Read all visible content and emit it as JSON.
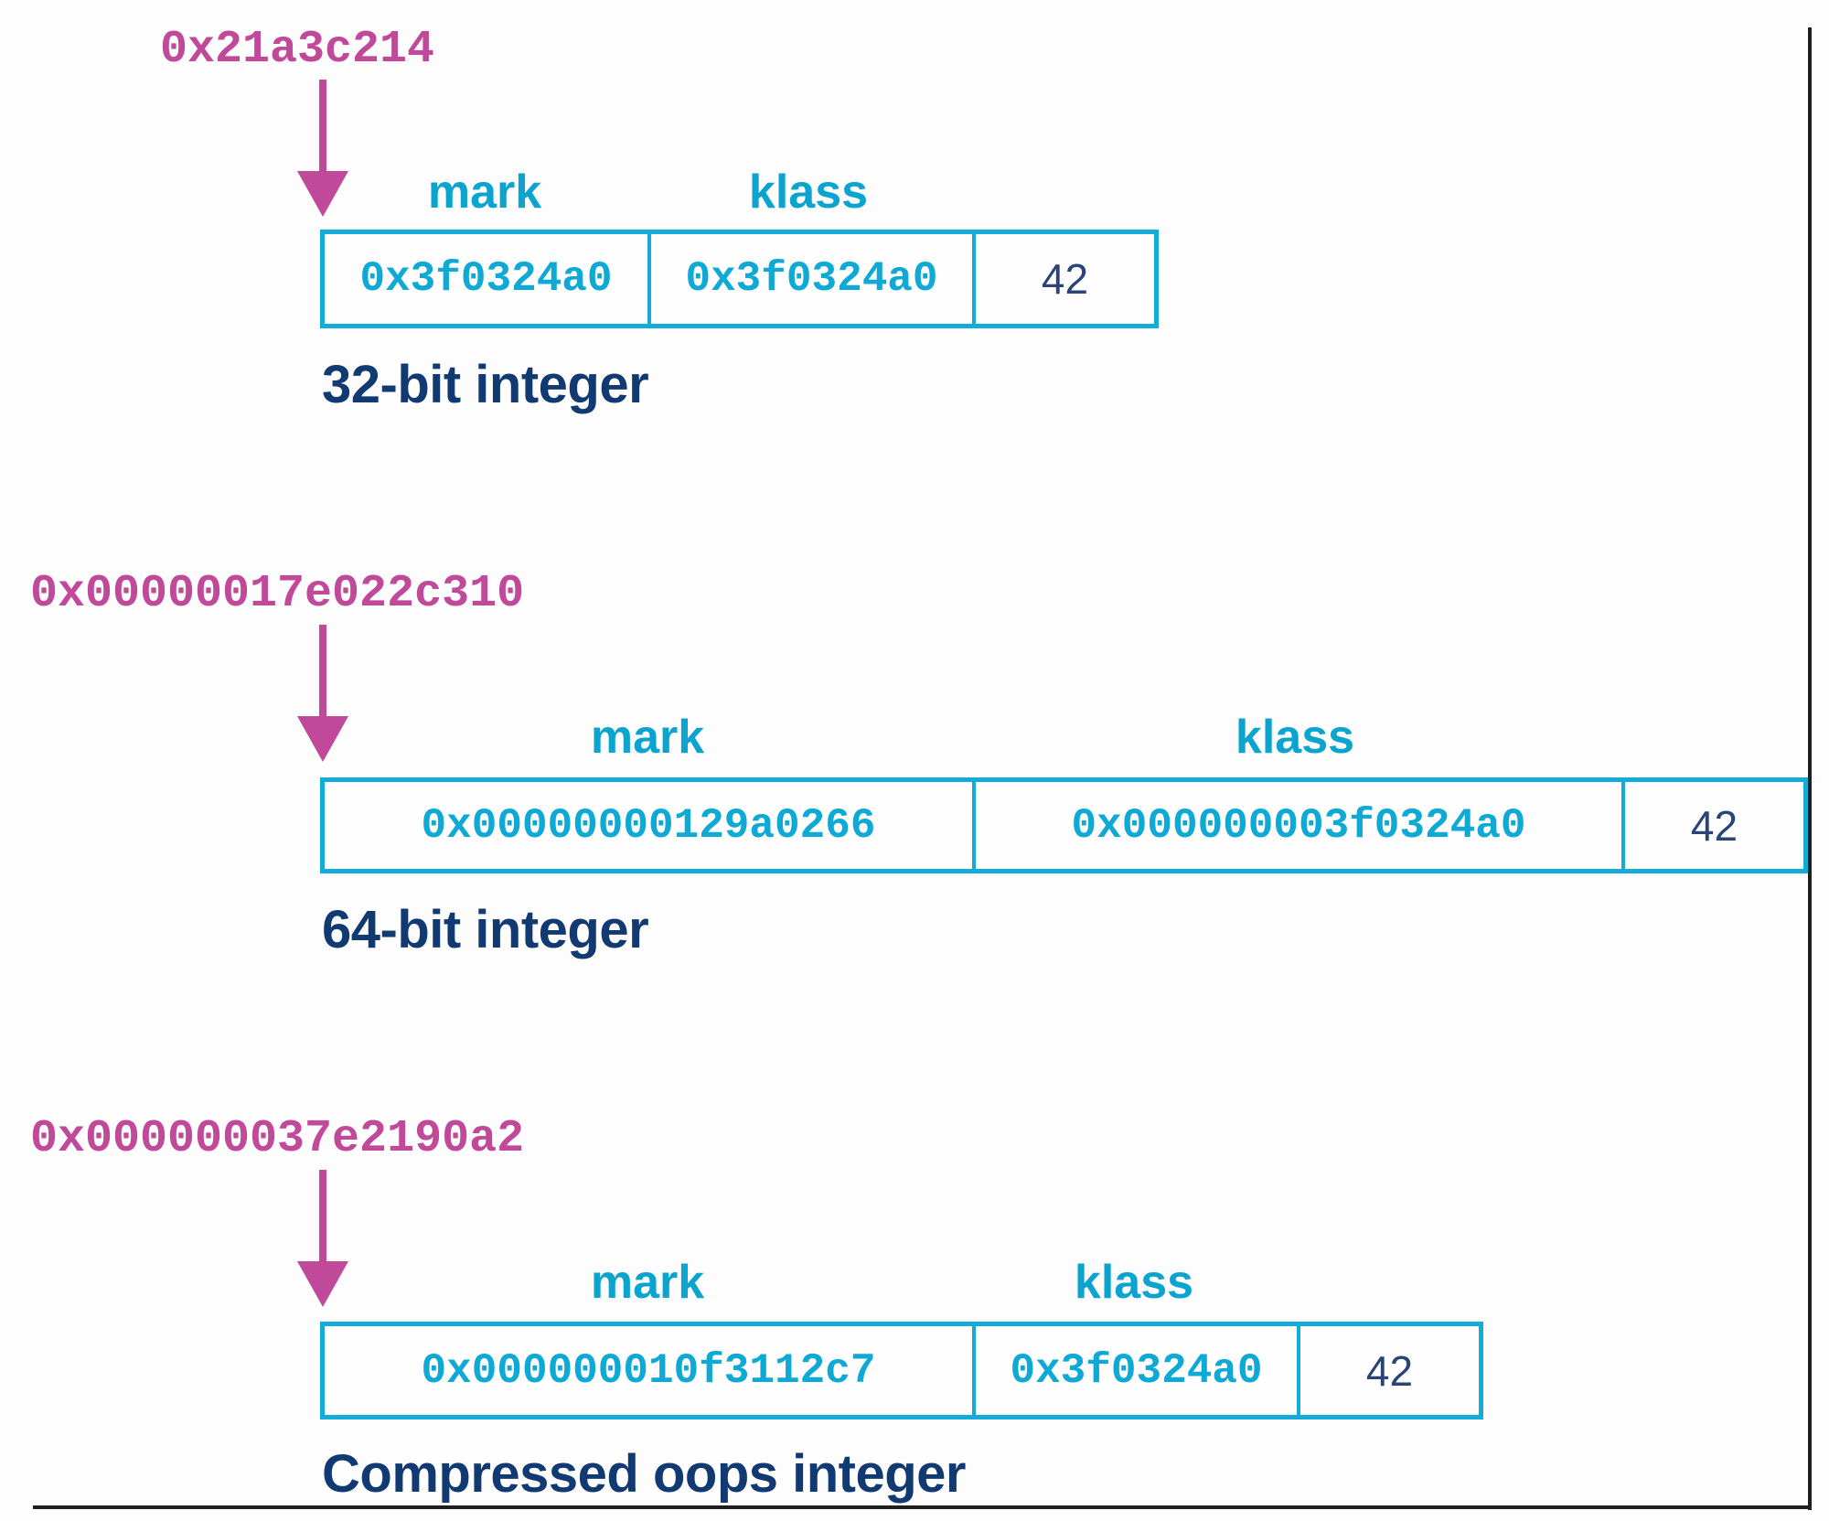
{
  "colors": {
    "address": "#c0499a",
    "field_label": "#0ba4cf",
    "box_border": "#12acd6",
    "hex_value": "#0ea9d4",
    "int_value": "#2a4478",
    "caption": "#123a72",
    "frame": "#1e1e1e"
  },
  "layouts": [
    {
      "address": "0x21a3c214",
      "arrow_icon": "down-arrow",
      "mark_label": "mark",
      "klass_label": "klass",
      "mark_value": "0x3f0324a0",
      "klass_value": "0x3f0324a0",
      "field_value": "42",
      "caption": "32-bit integer"
    },
    {
      "address": "0x00000017e022c310",
      "arrow_icon": "down-arrow",
      "mark_label": "mark",
      "klass_label": "klass",
      "mark_value": "0x00000000129a0266",
      "klass_value": "0x000000003f0324a0",
      "field_value": "42",
      "caption": "64-bit integer"
    },
    {
      "address": "0x000000037e2190a2",
      "arrow_icon": "down-arrow",
      "mark_label": "mark",
      "klass_label": "klass",
      "mark_value": "0x000000010f3112c7",
      "klass_value": "0x3f0324a0",
      "field_value": "42",
      "caption": "Compressed oops integer"
    }
  ]
}
